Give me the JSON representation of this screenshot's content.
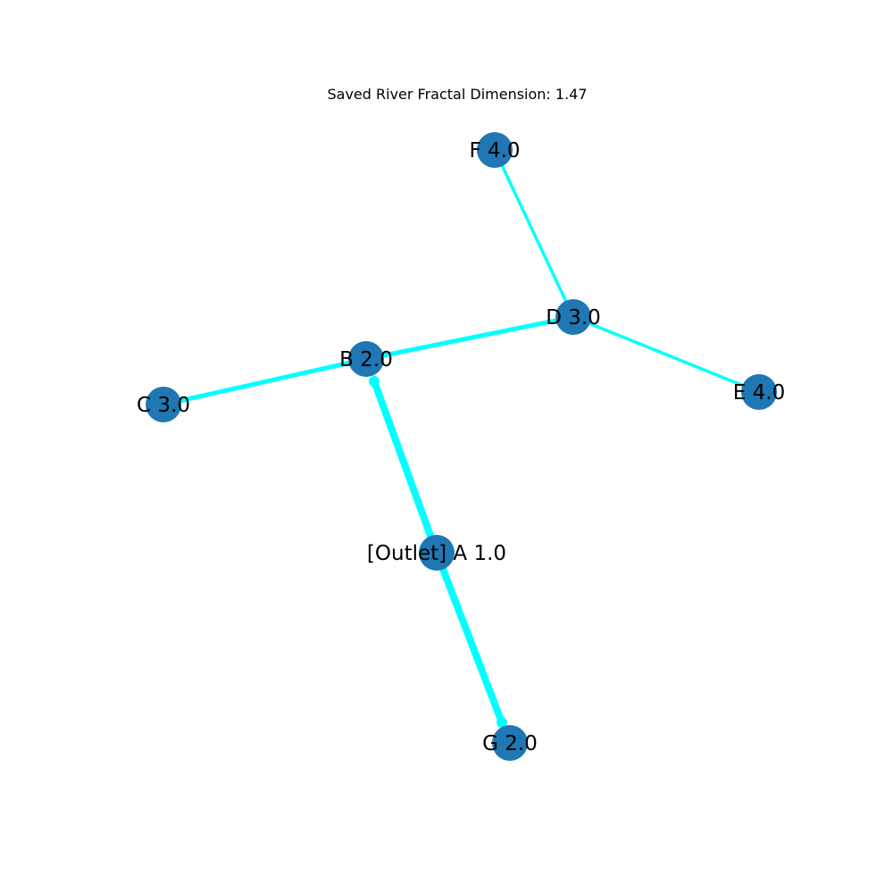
{
  "title": "Saved River Fractal Dimension: 1.47",
  "colors": {
    "node_fill": "#1f77b4",
    "edge": "#00ffff",
    "label": "#000000",
    "background": "#ffffff"
  },
  "nodes": [
    {
      "id": "A",
      "label": "[Outlet] A 1.0"
    },
    {
      "id": "B",
      "label": "B 2.0"
    },
    {
      "id": "C",
      "label": "C 3.0"
    },
    {
      "id": "D",
      "label": "D 3.0"
    },
    {
      "id": "E",
      "label": "E 4.0"
    },
    {
      "id": "F",
      "label": "F 4.0"
    },
    {
      "id": "G",
      "label": "G 2.0"
    }
  ],
  "edges": [
    {
      "from": "A",
      "to": "B",
      "directed": true
    },
    {
      "from": "A",
      "to": "G",
      "directed": true
    },
    {
      "from": "B",
      "to": "C",
      "directed": false
    },
    {
      "from": "B",
      "to": "D",
      "directed": false
    },
    {
      "from": "D",
      "to": "E",
      "directed": false
    },
    {
      "from": "D",
      "to": "F",
      "directed": false
    }
  ]
}
